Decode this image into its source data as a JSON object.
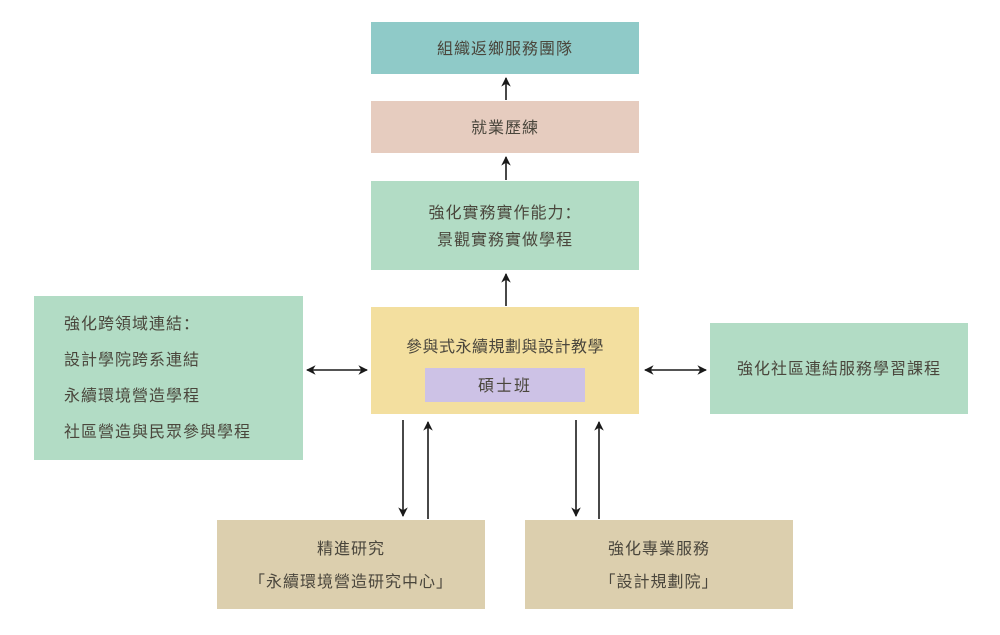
{
  "diagram": {
    "top_box": "組織返鄉服務團隊",
    "employment_box": "就業歷練",
    "practice_box": {
      "lines": [
        "強化實務實作能力：",
        "景觀實務實做學程"
      ]
    },
    "center_box": {
      "title": "參與式永續規劃與設計教學",
      "inner_label": "碩士班"
    },
    "left_box": {
      "lines": [
        "強化跨領域連結：",
        "設計學院跨系連結",
        "永續環境營造學程",
        "社區營造與民眾參與學程"
      ]
    },
    "right_box": "強化社區連結服務學習課程",
    "research_box": {
      "lines": [
        "精進研究",
        "「永續環境營造研究中心」"
      ]
    },
    "service_box": {
      "lines": [
        "強化專業服務",
        "「設計規劃院」"
      ]
    },
    "colors": {
      "top": "#8fcac8",
      "employment": "#e6ccbf",
      "green": "#b2dcc5",
      "center": "#f3df9f",
      "inner": "#cdc2e6",
      "tan": "#dccfae",
      "arrow": "#1a1a1a"
    }
  }
}
